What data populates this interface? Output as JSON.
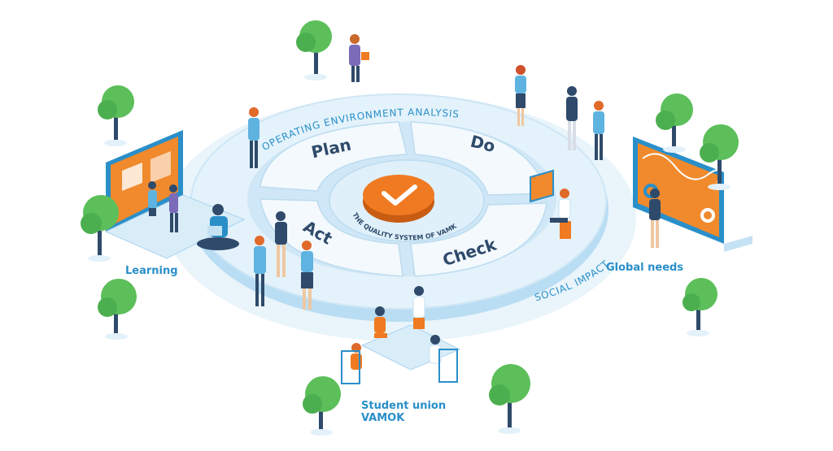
{
  "diagram": {
    "ring_outer_text_top": "OPERATING ENVIRONMENT ANALYSIS",
    "ring_outer_text_right": "SOCIAL IMPACT",
    "center_text": "THE QUALITY SYSTEM OF VAMK",
    "phases": {
      "plan": "Plan",
      "do": "Do",
      "check": "Check",
      "act": "Act"
    },
    "external_labels": {
      "learning": "Learning",
      "global_needs": "Global needs",
      "student_union_line1": "Student union",
      "student_union_line2": "VAMOK"
    }
  },
  "colors": {
    "accent_orange": "#f07a21",
    "ring_light": "#e6f3fb",
    "ring_mid": "#cfe7f6",
    "ring_edge": "#9fd0ee",
    "label_blue": "#2a8fc9",
    "tree_green": "#5cbf5a",
    "dark_text": "#2f4a6a"
  }
}
